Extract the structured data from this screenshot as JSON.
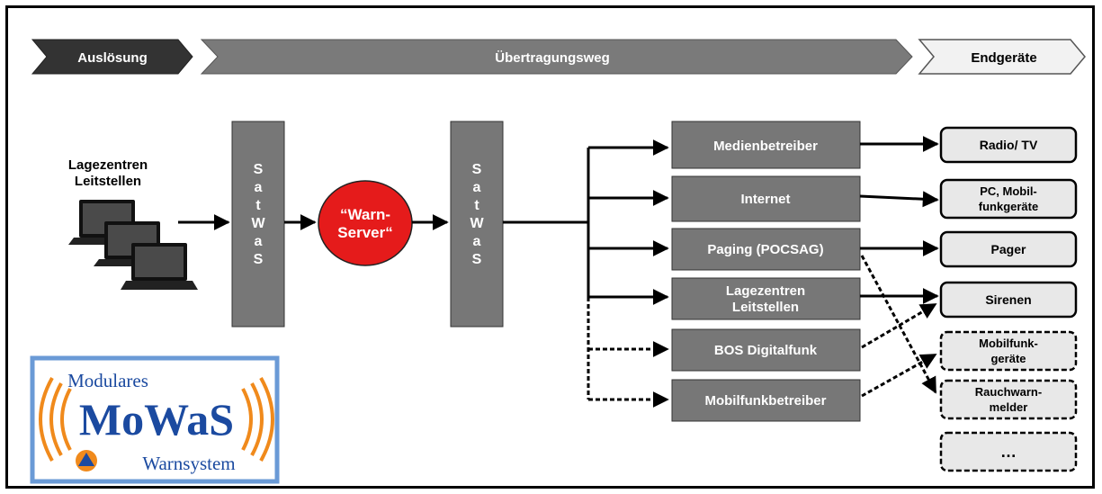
{
  "phases": {
    "trigger": "Auslösung",
    "transmission": "Übertragungsweg",
    "endpoints": "Endgeräte"
  },
  "sources": {
    "line1": "Lagezentren",
    "line2": "Leitstellen"
  },
  "satwas_letters": [
    "S",
    "a",
    "t",
    "W",
    "a",
    "S"
  ],
  "warn_server": {
    "line1": "“Warn-",
    "line2": "Server“"
  },
  "channels": [
    {
      "lines": [
        "Medienbetreiber"
      ]
    },
    {
      "lines": [
        "Internet"
      ]
    },
    {
      "lines": [
        "Paging (POCSAG)"
      ]
    },
    {
      "lines": [
        "Lagezentren",
        "Leitstellen"
      ]
    },
    {
      "lines": [
        "BOS Digitalfunk"
      ]
    },
    {
      "lines": [
        "Mobilfunkbetreiber"
      ]
    }
  ],
  "devices": [
    {
      "lines": [
        "Radio/ TV"
      ]
    },
    {
      "lines": [
        "PC, Mobil-",
        "funkgeräte"
      ]
    },
    {
      "lines": [
        "Pager"
      ]
    },
    {
      "lines": [
        "Sirenen"
      ]
    },
    {
      "lines": [
        "Mobilfunk-",
        "geräte"
      ]
    },
    {
      "lines": [
        "Rauchwarn-",
        "melder"
      ]
    },
    {
      "lines": [
        "…"
      ]
    }
  ],
  "logo": {
    "top": "Modulares",
    "main": "MoWaS",
    "bottom": "Warnsystem"
  },
  "colors": {
    "phase_dark": "#333333",
    "phase_mid": "#7a7a7a",
    "phase_light": "#f2f2f2",
    "box_gray": "#777777",
    "server_red": "#e51b1b",
    "device_fill": "#e8e8e8",
    "logo_blue": "#1b4aa0",
    "logo_orange": "#f08a1c",
    "logo_border": "#6a9ad6"
  }
}
